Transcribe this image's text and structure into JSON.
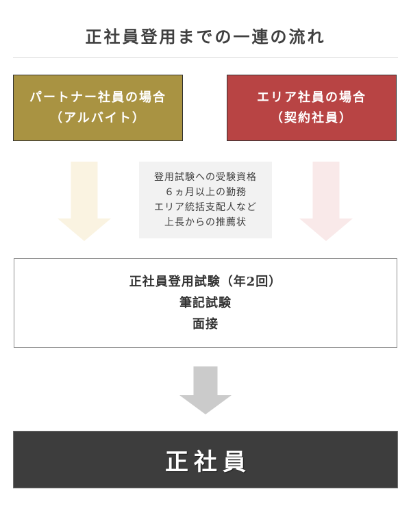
{
  "page": {
    "title": "正社員登用までの一連の流れ"
  },
  "tracks": {
    "partner": {
      "lines": [
        "パートナー社員の場合",
        "（アルバイト）"
      ],
      "color": "#a99342"
    },
    "area": {
      "lines": [
        "エリア社員の場合",
        "（契約社員）"
      ],
      "color": "#b84444"
    }
  },
  "eligibility": {
    "lines": [
      "登用試験への受験資格",
      "６ヵ月以上の勤務",
      "エリア統括支配人など",
      "上長からの推薦状"
    ],
    "background": "#f2f2f2"
  },
  "exam": {
    "lines": [
      "正社員登用試験（年2回）",
      "筆記試験",
      "面接"
    ]
  },
  "result": {
    "label": "正社員",
    "background": "#3d3d3d"
  },
  "arrows": {
    "partner_color": "#faf3e1",
    "area_color": "#f9e9e9",
    "result_color": "#cbcbcb"
  }
}
